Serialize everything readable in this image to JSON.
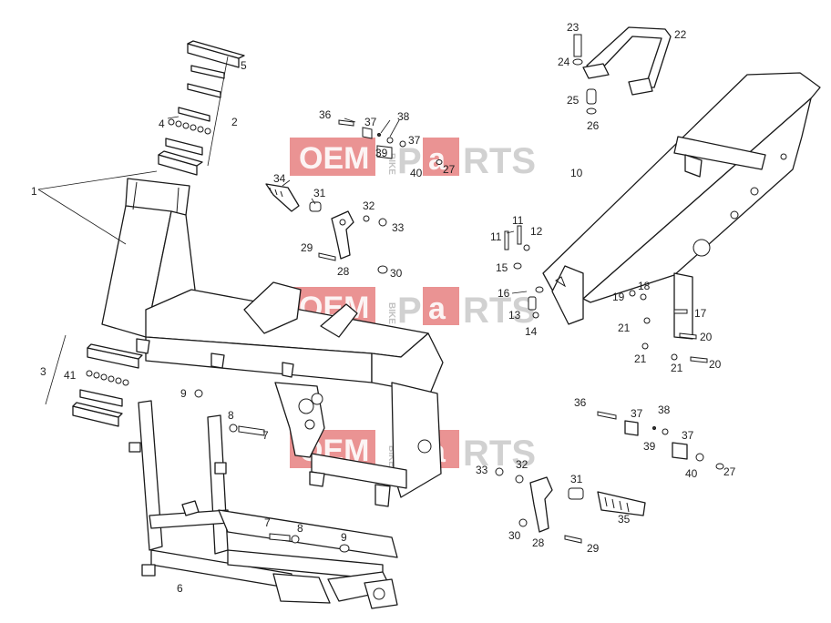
{
  "watermark": {
    "oem": "OEM",
    "bike": "BIKE",
    "p": "P",
    "a": "a",
    "rts": "RTS"
  },
  "labels": {
    "l1": "1",
    "l2": "2",
    "l3": "3",
    "l4": "4",
    "l5": "5",
    "l6": "6",
    "l7a": "7",
    "l7b": "7",
    "l8a": "8",
    "l8b": "8",
    "l9a": "9",
    "l9b": "9",
    "l10": "10",
    "l11a": "11",
    "l11b": "11",
    "l12": "12",
    "l13": "13",
    "l14": "14",
    "l15": "15",
    "l16": "16",
    "l17": "17",
    "l18": "18",
    "l19": "19",
    "l20a": "20",
    "l20b": "20",
    "l21a": "21",
    "l21b": "21",
    "l21c": "21",
    "l22": "22",
    "l23": "23",
    "l24": "24",
    "l25": "25",
    "l26": "26",
    "l27a": "27",
    "l27b": "27",
    "l28a": "28",
    "l28b": "28",
    "l29a": "29",
    "l29b": "29",
    "l30a": "30",
    "l30b": "30",
    "l31a": "31",
    "l31b": "31",
    "l32a": "32",
    "l32b": "32",
    "l33a": "33",
    "l33b": "33",
    "l34": "34",
    "l35": "35",
    "l36a": "36",
    "l36b": "36",
    "l37a": "37",
    "l37b": "37",
    "l37c": "37",
    "l37d": "37",
    "l38a": "38",
    "l38b": "38",
    "l39a": "39",
    "l39b": "39",
    "l40a": "40",
    "l40b": "40",
    "l41": "41"
  },
  "icons": [
    "frame-parts-diagram",
    "watermark-logo"
  ]
}
